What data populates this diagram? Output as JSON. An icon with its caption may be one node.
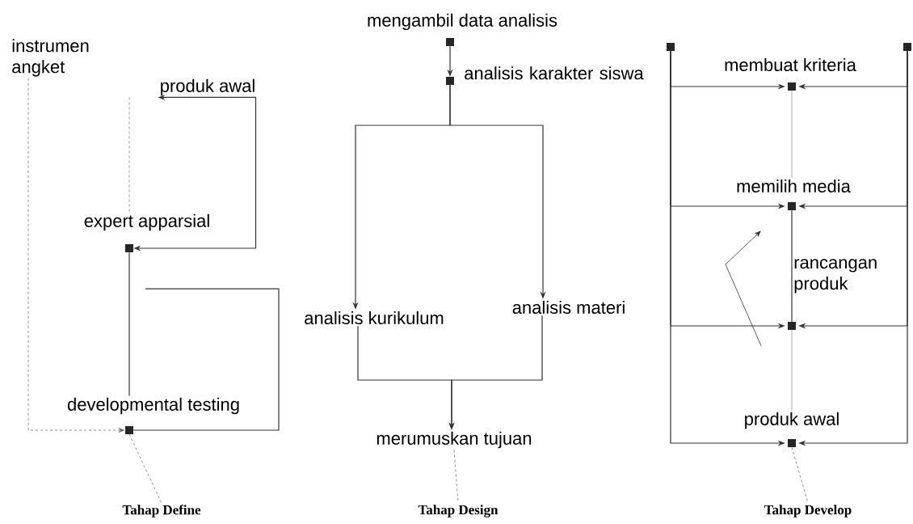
{
  "diagram": {
    "nodes": [
      {
        "text": [
          "instrumen angket"
        ]
      },
      {
        "text": [
          "produk awal"
        ]
      },
      {
        "text": [
          "expert apparsial"
        ]
      },
      {
        "text": [
          "developmental testing"
        ]
      },
      {
        "text": [
          "Tahap Define"
        ]
      },
      {
        "text": [
          "mengambil data analisis"
        ]
      },
      {
        "text": [
          "analisis karakter siswa"
        ]
      },
      {
        "text": [
          "analisis kurikulum"
        ]
      },
      {
        "text": [
          "analisis materi"
        ]
      },
      {
        "text": [
          "merumuskan tujuan"
        ]
      },
      {
        "text": [
          "Tahap Design"
        ]
      },
      {
        "text": [],
        "shape": "box"
      },
      {
        "text": [],
        "shape": "box"
      },
      {
        "text": [
          "membuat kriteria"
        ]
      },
      {
        "text": [
          "memilih media"
        ]
      },
      {
        "text": [
          "rancangan produk"
        ]
      },
      {
        "text": [
          "produk awal"
        ]
      },
      {
        "text": [
          "Tahap Develop"
        ]
      }
    ],
    "edges": [
      {
        "from": 0,
        "to": 3,
        "arrow": "to",
        "style": "dashed"
      },
      {
        "from": 1,
        "to": 2,
        "arrow": "none",
        "style": "dashed"
      },
      {
        "from": 2,
        "to": 1,
        "arrow": "both"
      },
      {
        "from": 2,
        "to": 3,
        "arrow": "none"
      },
      {
        "from": 2,
        "to": 3,
        "arrow": "none"
      },
      {
        "from": 3,
        "to": 4,
        "arrow": "none",
        "style": "dashed"
      },
      {
        "from": 5,
        "to": 6,
        "arrow": "to"
      },
      {
        "from": 6,
        "to": 7,
        "arrow": "to"
      },
      {
        "from": 6,
        "to": 8,
        "arrow": "to"
      },
      {
        "from": 7,
        "to": 9,
        "arrow": "to"
      },
      {
        "from": 8,
        "to": 9,
        "arrow": "to"
      },
      {
        "from": 9,
        "to": 10,
        "arrow": "none",
        "style": "dashed"
      },
      {
        "from": 11,
        "to": 13,
        "arrow": "to"
      },
      {
        "from": 11,
        "to": 14,
        "arrow": "to"
      },
      {
        "from": 11,
        "to": 15,
        "arrow": "to"
      },
      {
        "from": 11,
        "to": 16,
        "arrow": "to"
      },
      {
        "from": 12,
        "to": 13,
        "arrow": "to"
      },
      {
        "from": 12,
        "to": 14,
        "arrow": "to"
      },
      {
        "from": 12,
        "to": 15,
        "arrow": "to"
      },
      {
        "from": 12,
        "to": 16,
        "arrow": "to"
      },
      {
        "from": 13,
        "to": 14,
        "arrow": "none",
        "color": "#9a9a9a"
      },
      {
        "from": 14,
        "to": 15,
        "arrow": "none"
      },
      {
        "from": 15,
        "to": 16,
        "arrow": "none",
        "color": "#9a9a9a"
      },
      {
        "from": 16,
        "to": 17,
        "arrow": "none",
        "style": "dashed"
      },
      {
        "from": 15,
        "to": 14,
        "arrow": "to"
      }
    ]
  }
}
